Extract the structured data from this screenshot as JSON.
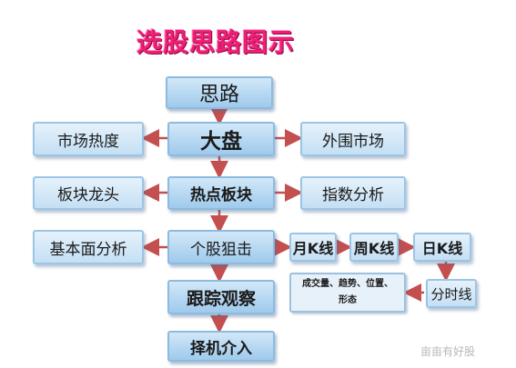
{
  "title": "选股思路图示",
  "nodes": {
    "silu": "思路",
    "dapan": "大盘",
    "redian": "热点板块",
    "gegu": "个股狙击",
    "genzong": "跟踪观察",
    "zeji": "择机介入",
    "shichang": "市场热度",
    "bankuai": "板块龙头",
    "jiben": "基本面分析",
    "waiwei": "外围市场",
    "zhishu": "指数分析",
    "yuek": "月K线",
    "zhouk": "周K线",
    "rik": "日K线",
    "fenshi": "分时线",
    "chengjiao_line1": "成交量、趋势、位置、",
    "chengjiao_line2": "形态"
  },
  "watermark": "亩亩有好股",
  "colors": {
    "title": "#f01e78",
    "arrow": "#c44f4f",
    "box_fill": "#c4dff4",
    "box_border": "#8dbbe0"
  }
}
